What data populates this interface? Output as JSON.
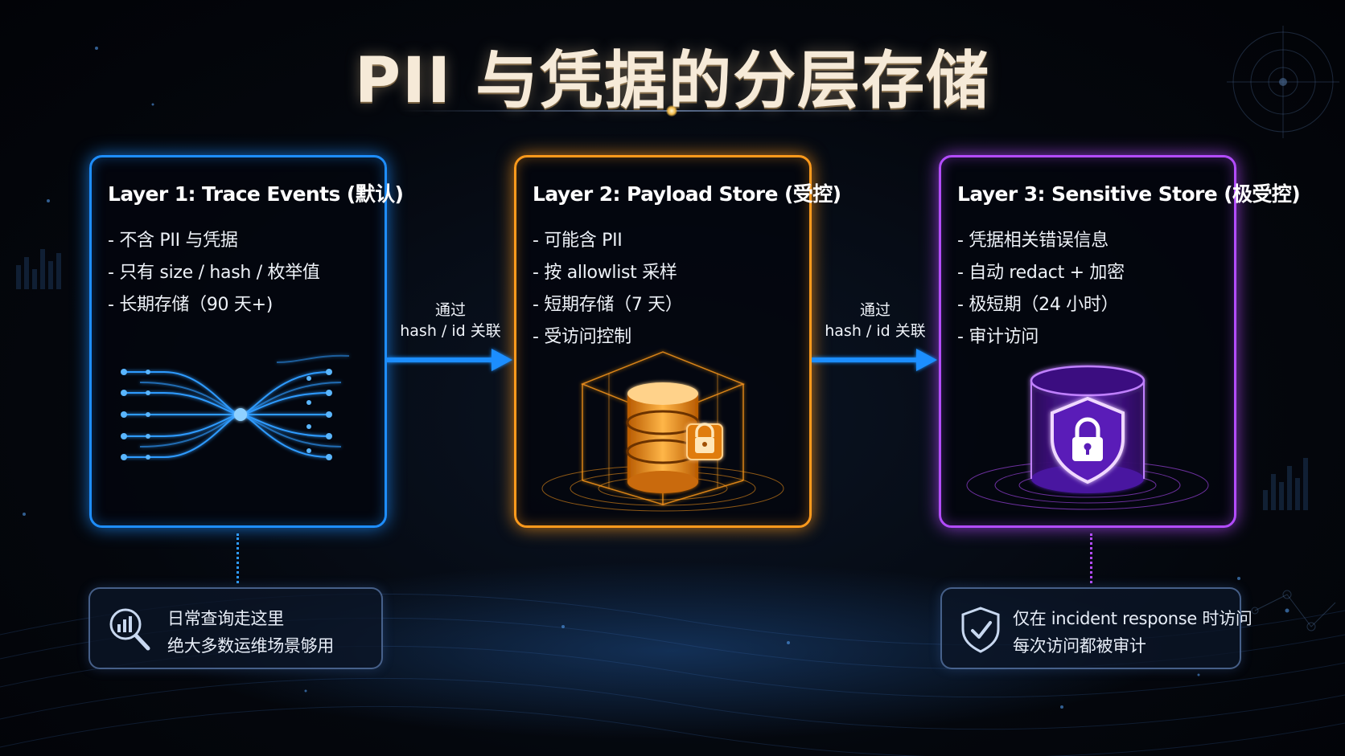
{
  "title": "PII 与凭据的分层存储",
  "layers": [
    {
      "title": "Layer 1: Trace Events (默认)",
      "bullets": [
        "- 不含 PII 与凭据",
        "- 只有 size / hash / 枚举值",
        "- 长期存储（90 天+)"
      ],
      "color": "#1e8eff",
      "icon": "data-streams-icon"
    },
    {
      "title": "Layer 2: Payload Store (受控)",
      "bullets": [
        "- 可能含 PII",
        "- 按 allowlist 采样",
        "- 短期存储（7 天）",
        "- 受访问控制"
      ],
      "color": "#ff9a1c",
      "icon": "locked-database-icon"
    },
    {
      "title": "Layer 3: Sensitive Store (极受控)",
      "bullets": [
        "- 凭据相关错误信息",
        "- 自动 redact + 加密",
        "- 极短期（24 小时）",
        "- 审计访问"
      ],
      "color": "#b34cff",
      "icon": "shield-lock-icon"
    }
  ],
  "links": [
    {
      "line1": "通过",
      "line2": "hash / id 关联"
    },
    {
      "line1": "通过",
      "line2": "hash / id 关联"
    }
  ],
  "notes": [
    {
      "line1": "日常查询走这里",
      "line2": "绝大多数运维场景够用",
      "icon": "search-chart-icon"
    },
    {
      "line1": "仅在 incident response 时访问",
      "line2": "每次访问都被审计",
      "icon": "shield-check-icon"
    }
  ]
}
